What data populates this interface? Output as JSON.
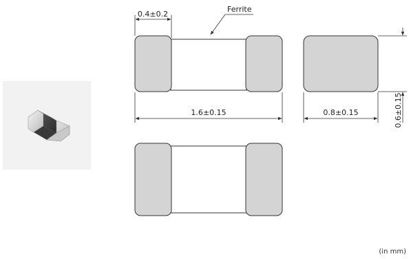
{
  "labels": {
    "ferrite": "Ferrite",
    "electrode_width": "0.4±0.2",
    "length": "1.6±0.15",
    "width": "0.8±0.15",
    "height": "0.6±0.15",
    "unit": "(in mm)"
  },
  "colors": {
    "electrode_fill": "#d4d4d4",
    "body_fill": "#ffffff",
    "outline": "#333333",
    "photo_bg": "#f2f2f2"
  }
}
